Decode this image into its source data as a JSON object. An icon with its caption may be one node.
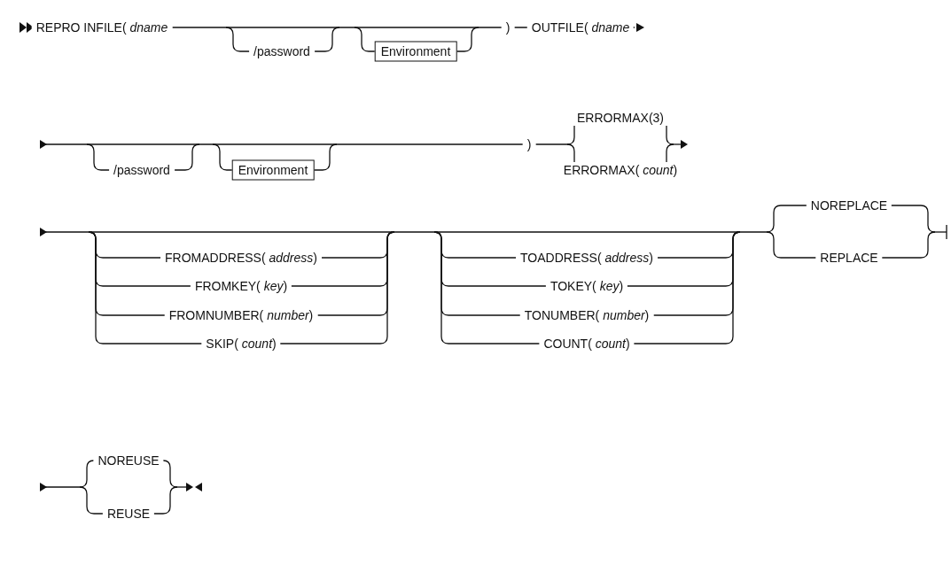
{
  "diagram": {
    "nodes": [
      {
        "text": [
          "Environment"
        ]
      },
      {
        "text": [
          "Environment"
        ]
      }
    ],
    "labels": [
      "REPRO INFILE( *dname*",
      "/password",
      ")",
      "OUTFILE( *dname*",
      "/password",
      ")",
      "ERRORMAX(3)",
      "ERRORMAX( *count*)",
      "NOREPLACE",
      "FROMADDRESS( *address*)",
      "TOADDRESS( *address*)",
      "REPLACE",
      "FROMKEY( *key*)",
      "TOKEY( *key*)",
      "FROMNUMBER( *number*)",
      "TONUMBER( *number*)",
      "SKIP( *count*)",
      "COUNT( *count*)",
      "NOREUSE",
      "REUSE"
    ]
  }
}
